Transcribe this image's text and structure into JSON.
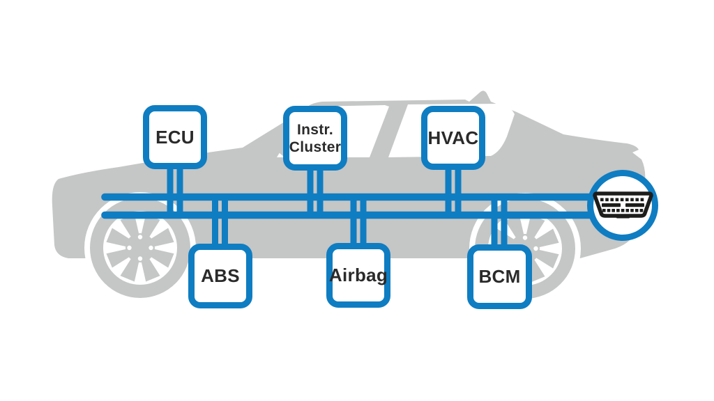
{
  "colors": {
    "accent_blue": "#0f7dc2",
    "car_body_gray": "#c5c6c6",
    "connector_black": "#1d1d1b",
    "label_text": "#2a2a2a",
    "background": "#ffffff"
  },
  "diagram": {
    "nodes": [
      {
        "id": "ecu",
        "label": "ECU"
      },
      {
        "id": "instr-cluster",
        "label": "Instr. Cluster",
        "lines": [
          "Instr.",
          "Cluster"
        ]
      },
      {
        "id": "hvac",
        "label": "HVAC"
      },
      {
        "id": "abs",
        "label": "ABS"
      },
      {
        "id": "airbag",
        "label": "Airbag"
      },
      {
        "id": "bcm",
        "label": "BCM"
      }
    ],
    "bus": {
      "line_count": 2
    },
    "icons": {
      "vehicle": "car-silhouette",
      "front_wheel": "front-wheel-icon",
      "rear_wheel": "rear-wheel-icon",
      "diagnostic_port": "obd2-connector-icon"
    }
  }
}
